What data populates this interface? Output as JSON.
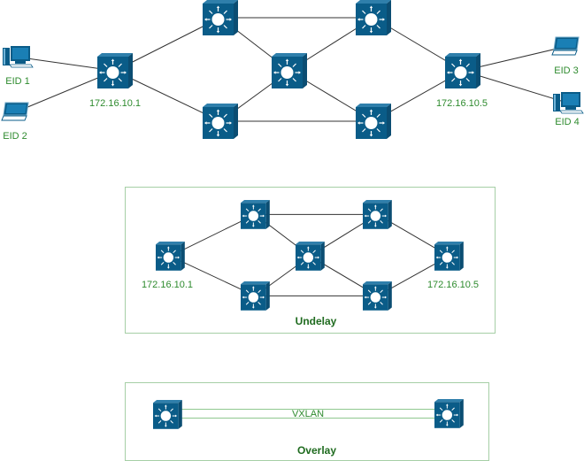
{
  "colors": {
    "switch_face": "#0a5c88",
    "switch_side": "#0b4d72",
    "switch_top": "#2f7fab",
    "label_green": "#2e8b2e",
    "title_green": "#1f6b1f",
    "panel_border": "#a6cfa6",
    "link": "#333333"
  },
  "top_network": {
    "endpoints": [
      {
        "id": "eid1",
        "label": "EID 1",
        "icon": "desktop-pc-icon"
      },
      {
        "id": "eid2",
        "label": "EID 2",
        "icon": "laptop-icon"
      },
      {
        "id": "eid3",
        "label": "EID 3",
        "icon": "laptop-icon"
      },
      {
        "id": "eid4",
        "label": "EID 4",
        "icon": "desktop-pc-icon"
      }
    ],
    "switches": [
      {
        "id": "s1",
        "label": "172.16.10.1"
      },
      {
        "id": "s2",
        "label": ""
      },
      {
        "id": "s3",
        "label": ""
      },
      {
        "id": "s4",
        "label": ""
      },
      {
        "id": "s5",
        "label": ""
      },
      {
        "id": "s6",
        "label": ""
      },
      {
        "id": "s7",
        "label": "172.16.10.5"
      }
    ],
    "links": [
      [
        "eid1",
        "s1"
      ],
      [
        "eid2",
        "s1"
      ],
      [
        "s1",
        "s2"
      ],
      [
        "s1",
        "s3"
      ],
      [
        "s2",
        "s5"
      ],
      [
        "s2",
        "s4"
      ],
      [
        "s3",
        "s4"
      ],
      [
        "s3",
        "s6"
      ],
      [
        "s4",
        "s5"
      ],
      [
        "s4",
        "s6"
      ],
      [
        "s5",
        "s7"
      ],
      [
        "s6",
        "s7"
      ],
      [
        "s7",
        "eid3"
      ],
      [
        "s7",
        "eid4"
      ]
    ]
  },
  "underlay": {
    "title": "Undelay",
    "switches": [
      {
        "id": "u1",
        "label": "172.16.10.1"
      },
      {
        "id": "u2",
        "label": ""
      },
      {
        "id": "u3",
        "label": ""
      },
      {
        "id": "u4",
        "label": ""
      },
      {
        "id": "u5",
        "label": ""
      },
      {
        "id": "u6",
        "label": ""
      },
      {
        "id": "u7",
        "label": "172.16.10.5"
      }
    ],
    "links": [
      [
        "u1",
        "u2"
      ],
      [
        "u1",
        "u3"
      ],
      [
        "u2",
        "u5"
      ],
      [
        "u2",
        "u4"
      ],
      [
        "u3",
        "u4"
      ],
      [
        "u3",
        "u6"
      ],
      [
        "u4",
        "u5"
      ],
      [
        "u4",
        "u6"
      ],
      [
        "u5",
        "u7"
      ],
      [
        "u6",
        "u7"
      ]
    ]
  },
  "overlay": {
    "title": "Overlay",
    "tunnel_label": "VXLAN",
    "switches": [
      {
        "id": "o1",
        "label": ""
      },
      {
        "id": "o2",
        "label": ""
      }
    ]
  }
}
